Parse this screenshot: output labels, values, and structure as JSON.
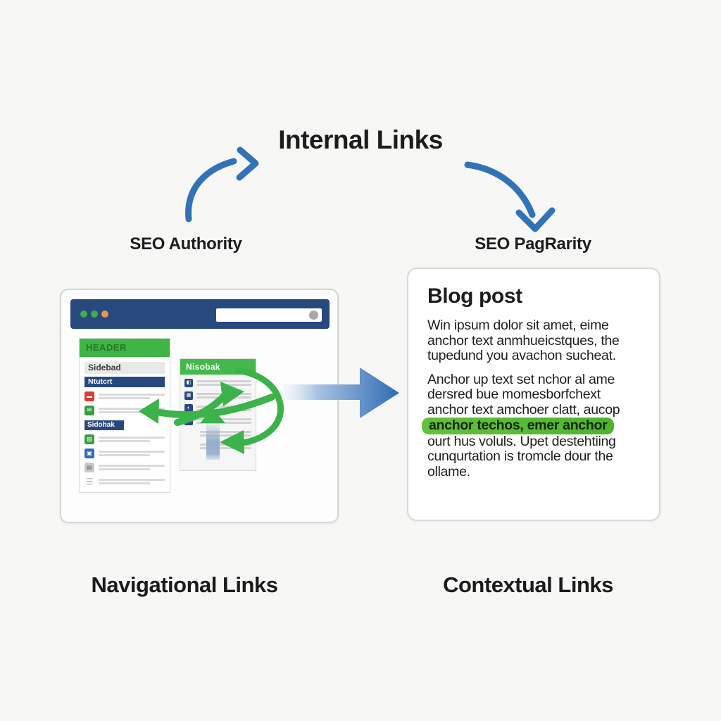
{
  "page": {
    "title": "Internal Links",
    "label_left": "SEO Authority",
    "label_right": "SEO PagRarity",
    "caption_left": "Navigational Links",
    "caption_right": "Contextual Links",
    "colors": {
      "background": "#f7f7f5",
      "arrow_blue": "#3273b7",
      "arrow_green": "#3bb24a",
      "navy_bar": "#27497e",
      "green_bar": "#3eb545",
      "highlight_green": "#55ba33",
      "dot_green": "#3fae4b",
      "dot_orange": "#e8964e"
    }
  },
  "browser": {
    "header_label": "HEADER",
    "sidebar_title": "Sidebad",
    "sidebar_active_item": "Ntutcrt",
    "sidebar_section": "Sidohak",
    "nav_panel_title": "Nisobak",
    "icons": {
      "red_glyph": "▬",
      "mail_glyph": "✉",
      "chart_glyph": "▨",
      "apps_glyph": "▣",
      "print_glyph": "▤",
      "list_glyph": "☰",
      "nav1_glyph": "◧",
      "nav2_glyph": "▦",
      "nav3_glyph": "◐",
      "nav4_glyph": "0"
    }
  },
  "blog": {
    "title": "Blog post",
    "para1": [
      "Win ipsum dolor sit amet, eime",
      "anchor text anmhueicstques, the",
      "tupedund you avachon sucheat."
    ],
    "para2_before": [
      "Anchor up text set nchor al ame",
      "dersred bue momesborfchext",
      "anchor text amchoer clatt, aucop"
    ],
    "para2_highlight": "anchor techos, emer anchor",
    "para2_after": [
      "ourt hus voluls. Upet destehtiing",
      "cunqurtation is tromcle dour the",
      "ollame."
    ]
  }
}
